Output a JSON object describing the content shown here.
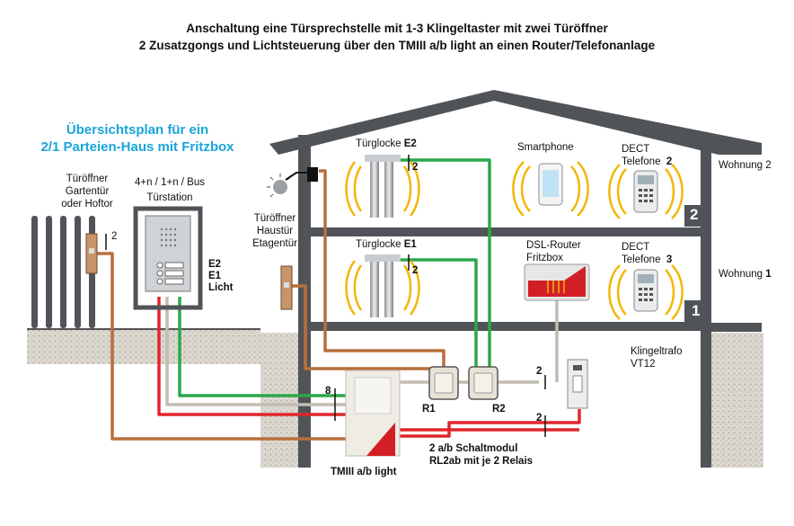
{
  "title": {
    "line1": "Anschaltung eine Türsprechstelle mit 1-3 Klingeltaster mit zwei Türöffner",
    "line2": "2 Zusatzgongs und Lichtsteuerung  über den TMIII a/b light an einen Router/Telefonanlage"
  },
  "overview": {
    "line1": "Übersichtsplan für ein",
    "line2": "2/1 Parteien-Haus mit Fritzbox"
  },
  "garden": {
    "line1": "Türöffner",
    "line2": "Gartentür",
    "line3": "oder Hoftor",
    "wires": "2"
  },
  "door_station": {
    "line1": "4+n / 1+n / Bus",
    "line2": "Türstation",
    "e2": "E2",
    "e1": "E1",
    "licht": "Licht"
  },
  "house_door": {
    "line1": "Türöffner",
    "line2": "Haustür",
    "line3": "Etagentür"
  },
  "floor2": {
    "bell_label": "Türglocke",
    "bell_input": "E2",
    "bell_wires": "2",
    "smartphone": "Smartphone",
    "dect_line1": "DECT",
    "dect_line2": "Telefone",
    "dect_num": "2",
    "apartment": "Wohnung 2",
    "floor_num": "2"
  },
  "floor1": {
    "bell_label": "Türglocke",
    "bell_input": "E1",
    "bell_wires": "2",
    "router_line1": "DSL-Router",
    "router_line2": "Fritzbox",
    "dect_line1": "DECT",
    "dect_line2": "Telefone",
    "dect_num": "3",
    "apartment": "Wohnung",
    "apartment_num": "1",
    "floor_num": "1"
  },
  "trafo": {
    "line1": "Klingeltrafo",
    "line2": "VT12",
    "wires_top": "2",
    "wires_bottom": "2"
  },
  "tm": {
    "label": "TMIII a/b light",
    "wires": "8"
  },
  "relays": {
    "r1": "R1",
    "r2": "R2",
    "module_line1": "2 a/b Schaltmodul",
    "module_line2": "RL2ab mit je 2 Relais"
  },
  "colors": {
    "green": "#2aa84a",
    "red": "#e0262b",
    "brown": "#b86f3c",
    "grey": "#c2bcb2",
    "roof": "#505458",
    "accent": "#19a5d9"
  }
}
